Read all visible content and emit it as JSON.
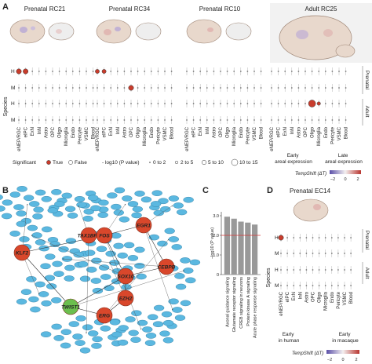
{
  "panels": {
    "A": {
      "letter": "A",
      "titles": [
        "Prenatal RC21",
        "Prenatal RC34",
        "Prenatal RC10",
        "Adult RC25"
      ]
    },
    "B": {
      "letter": "B"
    },
    "C": {
      "letter": "C"
    },
    "D": {
      "letter": "D",
      "title": "Prenatal EC14"
    }
  },
  "species_axis": "Species",
  "species_labels": [
    "H",
    "M",
    "H",
    "M"
  ],
  "period_labels": [
    "Prenatal",
    "Adult"
  ],
  "cell_types": [
    "eNEP/RGC",
    "eIPC",
    "ExN",
    "InN",
    "Astro",
    "OPC",
    "Oligo",
    "Microglia",
    "Endo",
    "Pericyte",
    "VSMC",
    "Blood"
  ],
  "cell_types_d": [
    "eNEP/RGC",
    "eIPC",
    "ExN",
    "InN",
    "Astro",
    "OPC",
    "Oligo",
    "Microglia",
    "Endo",
    "Pericyte",
    "VSMC",
    "Blood"
  ],
  "legend": {
    "significant_label": "Significant",
    "true_label": "True",
    "false_label": "False",
    "pvalue_label": "- log10 (P value)",
    "size_labels": [
      "0 to 2",
      "2 to 5",
      "5 to 10",
      "10 to 15"
    ],
    "early_label": "Early\nareal expression",
    "late_label": "Late\nareal expression",
    "tempshift_label": "TempShift (ΔT)",
    "scale_ticks": [
      "−2",
      "0",
      "2"
    ]
  },
  "legend_d": {
    "early_human": "Early\nin human",
    "early_macaque": "Early\nin macaque",
    "tempshift_label": "TempShift (ΔT)",
    "scale_ticks": [
      "−2",
      "0",
      "2"
    ]
  },
  "network": {
    "hubs": [
      "KLF2",
      "TAX1BP3",
      "FOS",
      "EGR1",
      "SOX10",
      "CEBPB",
      "EZH2",
      "ERG",
      "TWIST1"
    ]
  },
  "chart_data": {
    "type": "bar",
    "categories": [
      "Axonal guidance signaling",
      "Glutamate receptor signaling",
      "CREB signaling in neurons",
      "Protein kinase A signaling",
      "Acute phase response signaling"
    ],
    "values": [
      2.95,
      2.85,
      2.7,
      2.65,
      2.55
    ],
    "ylabel": "−log10 (P value)",
    "yticks": [
      "0",
      "1.0",
      "2.0",
      "3.0"
    ],
    "ylim": [
      0,
      3.2
    ],
    "threshold": 2.0,
    "colors": {
      "bar": "#999999",
      "threshold": "#d83a3a"
    }
  },
  "colors": {
    "hub": "#d9472b",
    "twist": "#6bbf4e",
    "node": "#5bb8e0",
    "early": "#5a4fa8",
    "late": "#b8352f"
  }
}
